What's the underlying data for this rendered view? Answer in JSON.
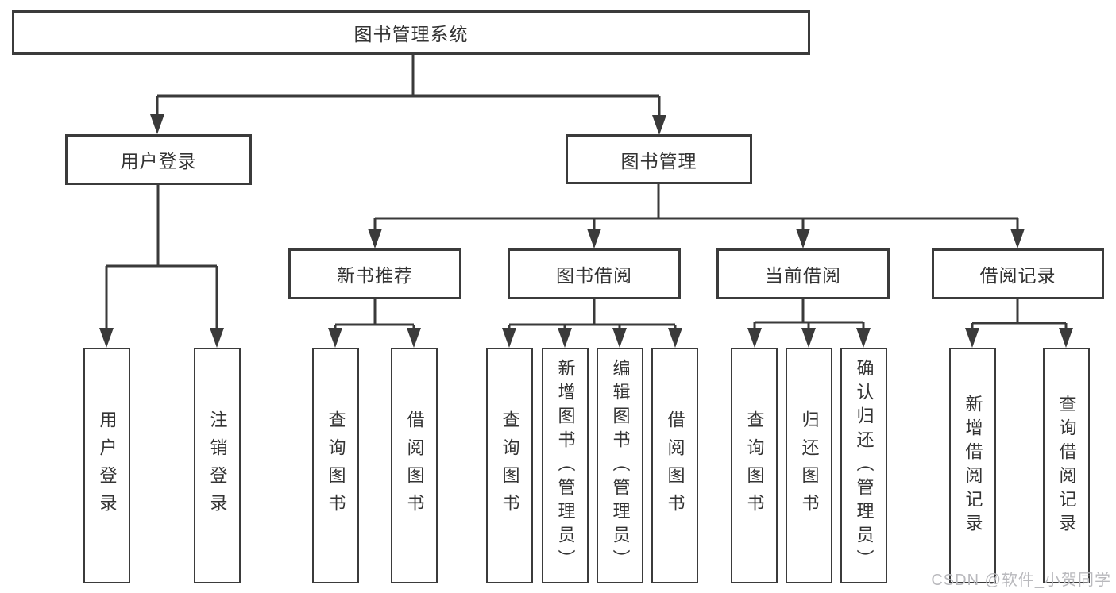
{
  "tree": {
    "label": "图书管理系统",
    "children": [
      {
        "label": "用户登录",
        "children": [
          {
            "label": "用户登录"
          },
          {
            "label": "注销登录"
          }
        ]
      },
      {
        "label": "图书管理",
        "children": [
          {
            "label": "新书推荐",
            "children": [
              {
                "label": "查询图书"
              },
              {
                "label": "借阅图书"
              }
            ]
          },
          {
            "label": "图书借阅",
            "children": [
              {
                "label": "查询图书"
              },
              {
                "label": "新增图书（管理员）"
              },
              {
                "label": "编辑图书（管理员）"
              },
              {
                "label": "借阅图书"
              }
            ]
          },
          {
            "label": "当前借阅",
            "children": [
              {
                "label": "查询图书"
              },
              {
                "label": "归还图书"
              },
              {
                "label": "确认归还（管理员）"
              }
            ]
          },
          {
            "label": "借阅记录",
            "children": [
              {
                "label": "新增借阅记录"
              },
              {
                "label": "查询借阅记录"
              }
            ]
          }
        ]
      }
    ]
  },
  "watermark": {
    "text": "CSDN @软件_小贺同学"
  },
  "colors": {
    "line": "#3a3a3a",
    "box_border": "#3b3b3b",
    "text": "#333333",
    "watermark": "#b9b9bd",
    "background": "#ffffff"
  }
}
